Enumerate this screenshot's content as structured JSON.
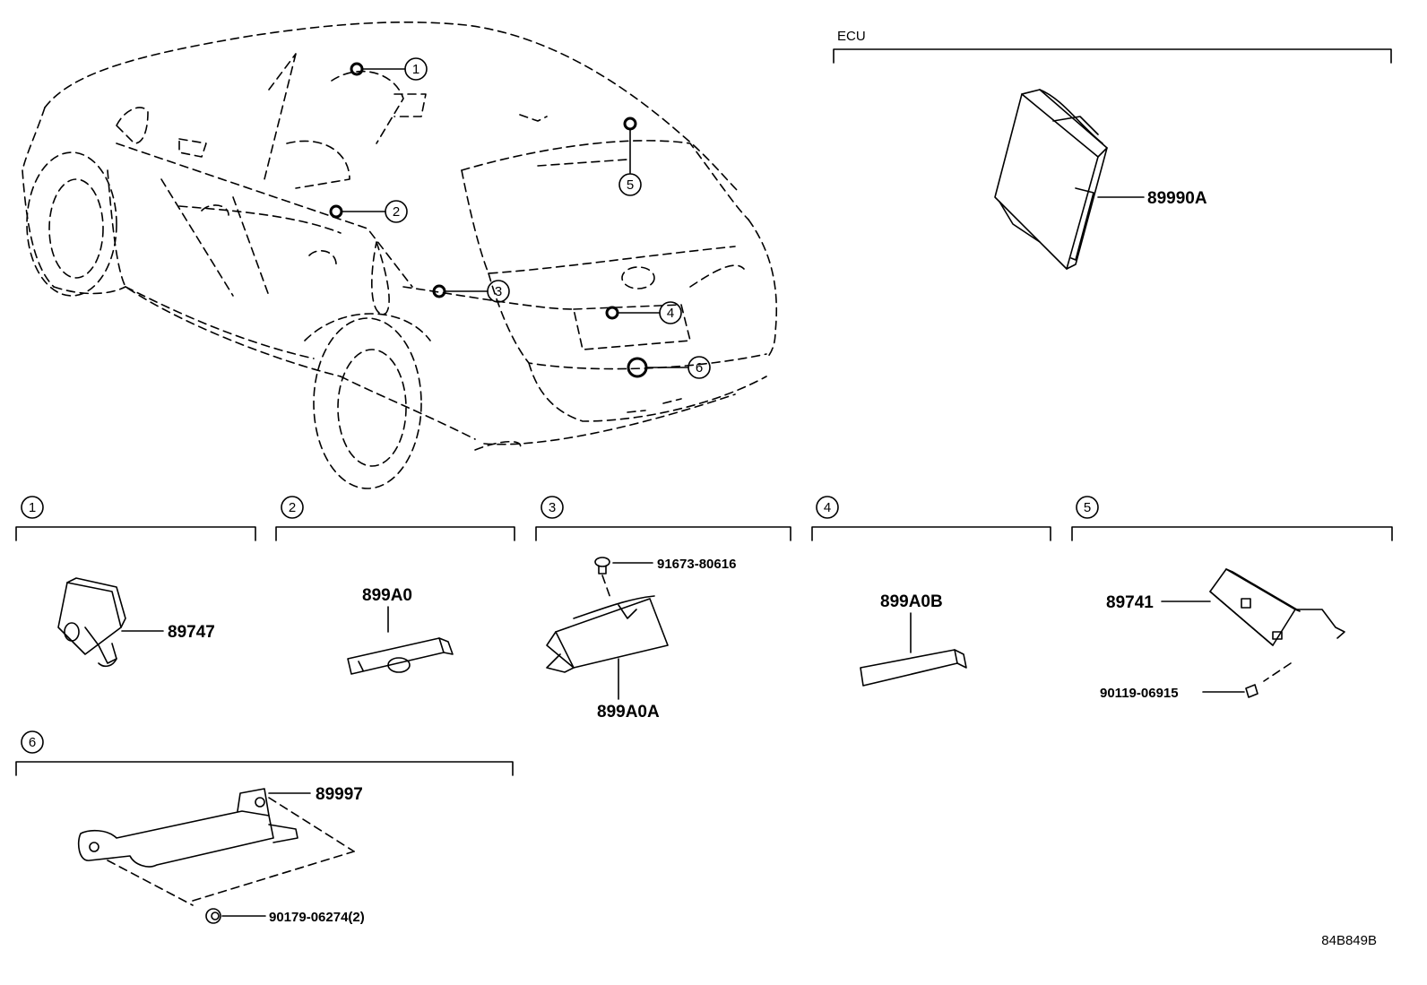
{
  "ecu_section": {
    "title": "ECU",
    "part": "89990A"
  },
  "callouts": [
    "1",
    "2",
    "3",
    "4",
    "5",
    "6"
  ],
  "sections": [
    {
      "num": "1",
      "parts": [
        "89747"
      ]
    },
    {
      "num": "2",
      "parts": [
        "899A0"
      ]
    },
    {
      "num": "3",
      "parts": [
        "91673-80616",
        "899A0A"
      ]
    },
    {
      "num": "4",
      "parts": [
        "899A0B"
      ]
    },
    {
      "num": "5",
      "parts": [
        "89741",
        "90119-06915"
      ]
    },
    {
      "num": "6",
      "parts": [
        "89997",
        "90179-06274(2)"
      ]
    }
  ],
  "diagram_ref": "84B849B"
}
